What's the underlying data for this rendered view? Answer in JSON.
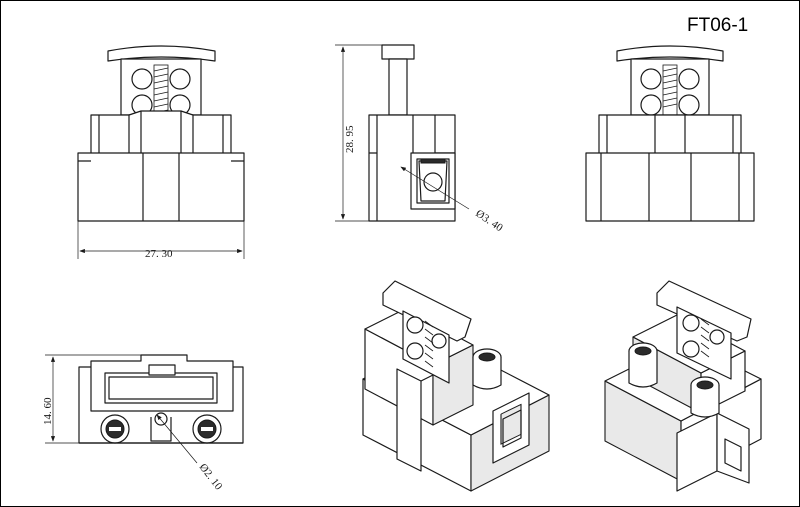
{
  "drawing": {
    "model_code": "FT06-1",
    "dimensions": {
      "width": "27. 30",
      "height": "28. 95",
      "screw_hole_diameter": "Ø3. 40",
      "depth": "14. 60",
      "mount_hole_diameter": "Ø2. 10"
    }
  },
  "views": [
    "front-view",
    "side-view",
    "rear-view",
    "bottom-view",
    "iso-view-left",
    "iso-view-right"
  ],
  "colors": {
    "line": "#1a1a1a",
    "background": "#ffffff",
    "hatch": "#2b2b2b"
  }
}
